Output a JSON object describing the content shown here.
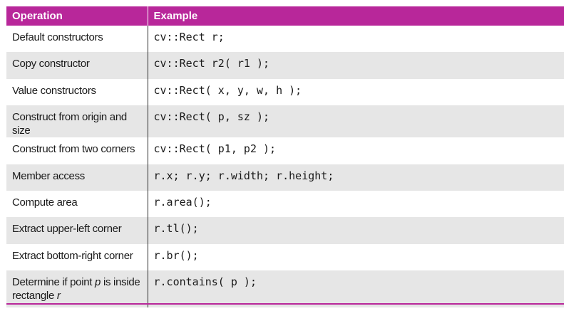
{
  "table": {
    "headers": [
      "Operation",
      "Example"
    ],
    "rows": [
      {
        "operation": "Default constructors",
        "example": "cv::Rect r;"
      },
      {
        "operation": "Copy constructor",
        "example": "cv::Rect r2( r1 );"
      },
      {
        "operation": "Value constructors",
        "example": "cv::Rect( x, y, w, h );"
      },
      {
        "operation": "Construct from origin and size",
        "example": "cv::Rect( p, sz );"
      },
      {
        "operation": "Construct from two corners",
        "example": "cv::Rect( p1, p2 );"
      },
      {
        "operation": "Member access",
        "example": "r.x; r.y; r.width; r.height;"
      },
      {
        "operation": "Compute area",
        "example": "r.area();"
      },
      {
        "operation": "Extract upper-left corner",
        "example": "r.tl();"
      },
      {
        "operation": "Extract bottom-right corner",
        "example": "r.br();"
      },
      {
        "operation_parts": [
          "Determine if point ",
          "p",
          " is inside rectangle ",
          "r"
        ],
        "example": "r.contains( p );"
      }
    ]
  },
  "colors": {
    "header_bg": "#b8279a",
    "header_text": "#ffffff",
    "row_alt_bg": "#e6e6e6"
  }
}
